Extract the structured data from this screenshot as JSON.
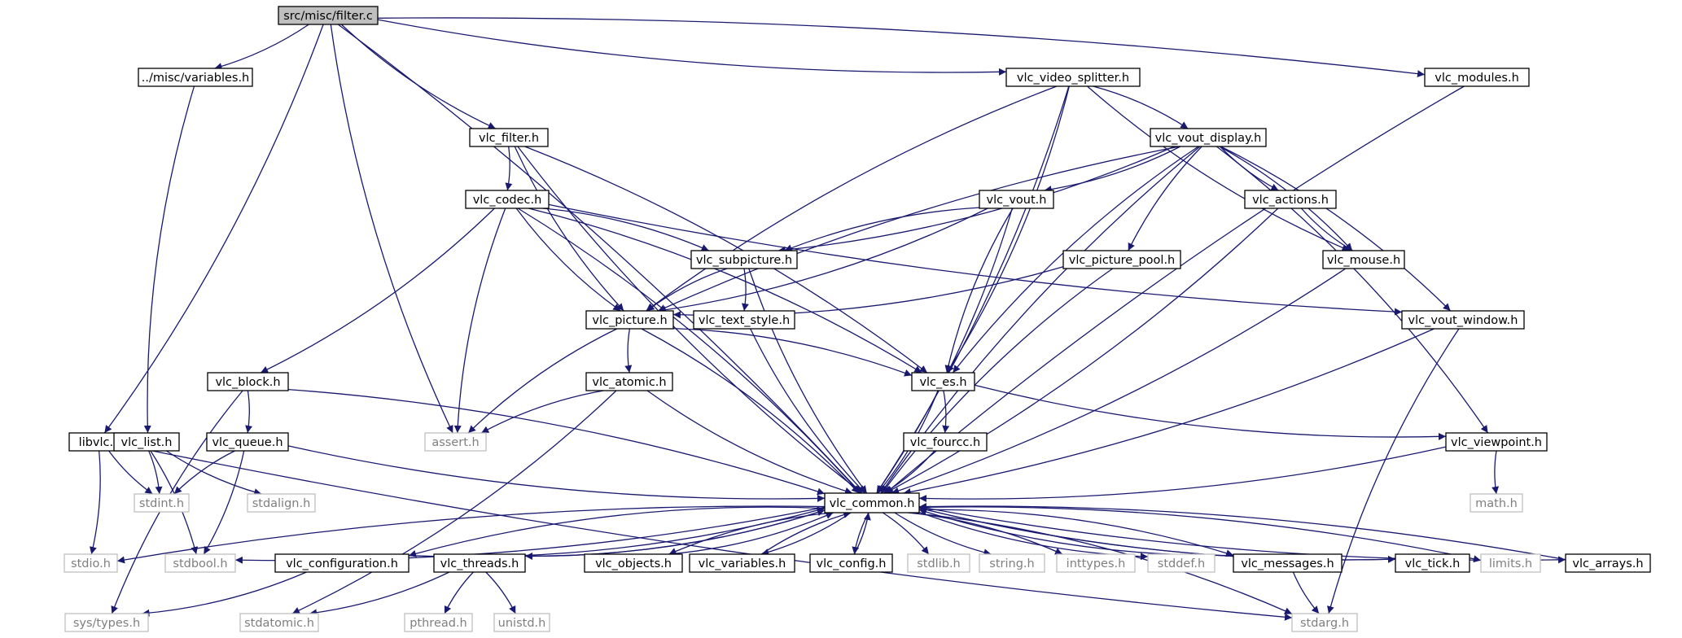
{
  "diagram": {
    "type": "include-dependency-graph",
    "colors": {
      "edge": "#191970",
      "root_fill": "#bfbfbf",
      "node_border": "#000000",
      "external_border": "#bfbfbf",
      "external_text": "#7f7f7f",
      "text": "#000000"
    },
    "nodes": [
      {
        "id": "filter_c",
        "label": "src/misc/filter.c",
        "kind": "root"
      },
      {
        "id": "misc_variables_h",
        "label": "../misc/variables.h",
        "kind": "normal"
      },
      {
        "id": "vlc_video_splitter_h",
        "label": "vlc_video_splitter.h",
        "kind": "normal"
      },
      {
        "id": "vlc_modules_h",
        "label": "vlc_modules.h",
        "kind": "normal"
      },
      {
        "id": "vlc_filter_h",
        "label": "vlc_filter.h",
        "kind": "normal"
      },
      {
        "id": "vlc_vout_display_h",
        "label": "vlc_vout_display.h",
        "kind": "normal"
      },
      {
        "id": "vlc_codec_h",
        "label": "vlc_codec.h",
        "kind": "normal"
      },
      {
        "id": "vlc_vout_h",
        "label": "vlc_vout.h",
        "kind": "normal"
      },
      {
        "id": "vlc_actions_h",
        "label": "vlc_actions.h",
        "kind": "normal"
      },
      {
        "id": "vlc_subpicture_h",
        "label": "vlc_subpicture.h",
        "kind": "normal"
      },
      {
        "id": "vlc_picture_pool_h",
        "label": "vlc_picture_pool.h",
        "kind": "normal"
      },
      {
        "id": "vlc_mouse_h",
        "label": "vlc_mouse.h",
        "kind": "normal"
      },
      {
        "id": "vlc_picture_h",
        "label": "vlc_picture.h",
        "kind": "normal"
      },
      {
        "id": "vlc_text_style_h",
        "label": "vlc_text_style.h",
        "kind": "normal"
      },
      {
        "id": "vlc_vout_window_h",
        "label": "vlc_vout_window.h",
        "kind": "normal"
      },
      {
        "id": "vlc_block_h",
        "label": "vlc_block.h",
        "kind": "normal"
      },
      {
        "id": "vlc_atomic_h",
        "label": "vlc_atomic.h",
        "kind": "normal"
      },
      {
        "id": "vlc_es_h",
        "label": "vlc_es.h",
        "kind": "normal"
      },
      {
        "id": "libvlc_h",
        "label": "libvlc.h",
        "kind": "normal"
      },
      {
        "id": "vlc_list_h",
        "label": "vlc_list.h",
        "kind": "normal"
      },
      {
        "id": "vlc_queue_h",
        "label": "vlc_queue.h",
        "kind": "normal"
      },
      {
        "id": "assert_h",
        "label": "assert.h",
        "kind": "external"
      },
      {
        "id": "vlc_fourcc_h",
        "label": "vlc_fourcc.h",
        "kind": "normal"
      },
      {
        "id": "vlc_viewpoint_h",
        "label": "vlc_viewpoint.h",
        "kind": "normal"
      },
      {
        "id": "stdint_h",
        "label": "stdint.h",
        "kind": "external"
      },
      {
        "id": "stdalign_h",
        "label": "stdalign.h",
        "kind": "external"
      },
      {
        "id": "vlc_common_h",
        "label": "vlc_common.h",
        "kind": "normal"
      },
      {
        "id": "math_h",
        "label": "math.h",
        "kind": "external"
      },
      {
        "id": "stdio_h",
        "label": "stdio.h",
        "kind": "external"
      },
      {
        "id": "stdbool_h",
        "label": "stdbool.h",
        "kind": "external"
      },
      {
        "id": "vlc_configuration_h",
        "label": "vlc_configuration.h",
        "kind": "normal"
      },
      {
        "id": "vlc_threads_h",
        "label": "vlc_threads.h",
        "kind": "normal"
      },
      {
        "id": "vlc_objects_h",
        "label": "vlc_objects.h",
        "kind": "normal"
      },
      {
        "id": "vlc_variables_h",
        "label": "vlc_variables.h",
        "kind": "normal"
      },
      {
        "id": "vlc_config_h",
        "label": "vlc_config.h",
        "kind": "normal"
      },
      {
        "id": "stdlib_h",
        "label": "stdlib.h",
        "kind": "external"
      },
      {
        "id": "string_h",
        "label": "string.h",
        "kind": "external"
      },
      {
        "id": "inttypes_h",
        "label": "inttypes.h",
        "kind": "external"
      },
      {
        "id": "stddef_h",
        "label": "stddef.h",
        "kind": "external"
      },
      {
        "id": "vlc_messages_h",
        "label": "vlc_messages.h",
        "kind": "normal"
      },
      {
        "id": "vlc_tick_h",
        "label": "vlc_tick.h",
        "kind": "normal"
      },
      {
        "id": "limits_h",
        "label": "limits.h",
        "kind": "external"
      },
      {
        "id": "vlc_arrays_h",
        "label": "vlc_arrays.h",
        "kind": "normal"
      },
      {
        "id": "sys_types_h",
        "label": "sys/types.h",
        "kind": "external"
      },
      {
        "id": "stdatomic_h",
        "label": "stdatomic.h",
        "kind": "external"
      },
      {
        "id": "pthread_h",
        "label": "pthread.h",
        "kind": "external"
      },
      {
        "id": "unistd_h",
        "label": "unistd.h",
        "kind": "external"
      },
      {
        "id": "stdarg_h",
        "label": "stdarg.h",
        "kind": "external"
      }
    ],
    "edges": [
      [
        "filter_c",
        "misc_variables_h"
      ],
      [
        "filter_c",
        "vlc_video_splitter_h"
      ],
      [
        "filter_c",
        "vlc_modules_h"
      ],
      [
        "filter_c",
        "vlc_filter_h"
      ],
      [
        "filter_c",
        "libvlc_h"
      ],
      [
        "filter_c",
        "assert_h"
      ],
      [
        "filter_c",
        "vlc_common_h"
      ],
      [
        "misc_variables_h",
        "vlc_list_h"
      ],
      [
        "vlc_video_splitter_h",
        "vlc_vout_display_h"
      ],
      [
        "vlc_video_splitter_h",
        "vlc_picture_h"
      ],
      [
        "vlc_video_splitter_h",
        "vlc_es_h"
      ],
      [
        "vlc_video_splitter_h",
        "vlc_mouse_h"
      ],
      [
        "vlc_video_splitter_h",
        "vlc_common_h"
      ],
      [
        "vlc_modules_h",
        "vlc_common_h"
      ],
      [
        "vlc_filter_h",
        "vlc_codec_h"
      ],
      [
        "vlc_filter_h",
        "vlc_picture_h"
      ],
      [
        "vlc_filter_h",
        "vlc_es_h"
      ],
      [
        "vlc_filter_h",
        "vlc_common_h"
      ],
      [
        "vlc_vout_display_h",
        "vlc_vout_h"
      ],
      [
        "vlc_vout_display_h",
        "vlc_actions_h"
      ],
      [
        "vlc_vout_display_h",
        "vlc_subpicture_h"
      ],
      [
        "vlc_vout_display_h",
        "vlc_picture_pool_h"
      ],
      [
        "vlc_vout_display_h",
        "vlc_mouse_h"
      ],
      [
        "vlc_vout_display_h",
        "vlc_picture_h"
      ],
      [
        "vlc_vout_display_h",
        "vlc_vout_window_h"
      ],
      [
        "vlc_vout_display_h",
        "vlc_es_h"
      ],
      [
        "vlc_vout_display_h",
        "vlc_viewpoint_h"
      ],
      [
        "vlc_vout_display_h",
        "vlc_common_h"
      ],
      [
        "vlc_codec_h",
        "vlc_subpicture_h"
      ],
      [
        "vlc_codec_h",
        "vlc_picture_h"
      ],
      [
        "vlc_codec_h",
        "vlc_block_h"
      ],
      [
        "vlc_codec_h",
        "assert_h"
      ],
      [
        "vlc_codec_h",
        "vlc_es_h"
      ],
      [
        "vlc_codec_h",
        "vlc_vout_window_h"
      ],
      [
        "vlc_codec_h",
        "vlc_common_h"
      ],
      [
        "vlc_vout_h",
        "vlc_subpicture_h"
      ],
      [
        "vlc_vout_h",
        "vlc_picture_h"
      ],
      [
        "vlc_vout_h",
        "vlc_es_h"
      ],
      [
        "vlc_vout_h",
        "vlc_common_h"
      ],
      [
        "vlc_actions_h",
        "vlc_mouse_h"
      ],
      [
        "vlc_actions_h",
        "vlc_common_h"
      ],
      [
        "vlc_subpicture_h",
        "vlc_picture_h"
      ],
      [
        "vlc_subpicture_h",
        "vlc_text_style_h"
      ],
      [
        "vlc_subpicture_h",
        "vlc_common_h"
      ],
      [
        "vlc_picture_pool_h",
        "vlc_picture_h"
      ],
      [
        "vlc_picture_pool_h",
        "vlc_common_h"
      ],
      [
        "vlc_mouse_h",
        "vlc_common_h"
      ],
      [
        "vlc_picture_h",
        "vlc_atomic_h"
      ],
      [
        "vlc_picture_h",
        "vlc_es_h"
      ],
      [
        "vlc_picture_h",
        "assert_h"
      ],
      [
        "vlc_picture_h",
        "vlc_common_h"
      ],
      [
        "vlc_text_style_h",
        "vlc_common_h"
      ],
      [
        "vlc_vout_window_h",
        "vlc_common_h"
      ],
      [
        "vlc_vout_window_h",
        "stdarg_h"
      ],
      [
        "vlc_block_h",
        "vlc_queue_h"
      ],
      [
        "vlc_block_h",
        "sys_types_h"
      ],
      [
        "vlc_block_h",
        "vlc_common_h"
      ],
      [
        "vlc_atomic_h",
        "assert_h"
      ],
      [
        "vlc_atomic_h",
        "stdatomic_h"
      ],
      [
        "vlc_atomic_h",
        "vlc_common_h"
      ],
      [
        "vlc_es_h",
        "vlc_fourcc_h"
      ],
      [
        "vlc_es_h",
        "vlc_viewpoint_h"
      ],
      [
        "vlc_es_h",
        "vlc_common_h"
      ],
      [
        "libvlc_h",
        "stdint_h"
      ],
      [
        "libvlc_h",
        "stdio_h"
      ],
      [
        "libvlc_h",
        "stdarg_h"
      ],
      [
        "vlc_list_h",
        "stdint_h"
      ],
      [
        "vlc_list_h",
        "stdalign_h"
      ],
      [
        "vlc_list_h",
        "stdbool_h"
      ],
      [
        "vlc_queue_h",
        "stdint_h"
      ],
      [
        "vlc_queue_h",
        "stdbool_h"
      ],
      [
        "vlc_queue_h",
        "vlc_common_h"
      ],
      [
        "vlc_fourcc_h",
        "vlc_common_h"
      ],
      [
        "vlc_viewpoint_h",
        "math_h"
      ],
      [
        "vlc_viewpoint_h",
        "vlc_common_h"
      ],
      [
        "vlc_common_h",
        "stdio_h"
      ],
      [
        "vlc_common_h",
        "stdbool_h"
      ],
      [
        "vlc_common_h",
        "vlc_configuration_h"
      ],
      [
        "vlc_common_h",
        "vlc_threads_h"
      ],
      [
        "vlc_common_h",
        "vlc_objects_h"
      ],
      [
        "vlc_common_h",
        "vlc_variables_h"
      ],
      [
        "vlc_common_h",
        "vlc_config_h"
      ],
      [
        "vlc_common_h",
        "stdlib_h"
      ],
      [
        "vlc_common_h",
        "string_h"
      ],
      [
        "vlc_common_h",
        "inttypes_h"
      ],
      [
        "vlc_common_h",
        "stddef_h"
      ],
      [
        "vlc_common_h",
        "vlc_messages_h"
      ],
      [
        "vlc_common_h",
        "vlc_tick_h"
      ],
      [
        "vlc_common_h",
        "limits_h"
      ],
      [
        "vlc_common_h",
        "vlc_arrays_h"
      ],
      [
        "vlc_common_h",
        "stdarg_h"
      ],
      [
        "vlc_configuration_h",
        "vlc_common_h"
      ],
      [
        "vlc_configuration_h",
        "sys_types_h"
      ],
      [
        "vlc_threads_h",
        "vlc_common_h"
      ],
      [
        "vlc_threads_h",
        "stdatomic_h"
      ],
      [
        "vlc_threads_h",
        "pthread_h"
      ],
      [
        "vlc_threads_h",
        "unistd_h"
      ],
      [
        "vlc_objects_h",
        "vlc_common_h"
      ],
      [
        "vlc_variables_h",
        "vlc_common_h"
      ],
      [
        "vlc_config_h",
        "vlc_common_h"
      ],
      [
        "vlc_messages_h",
        "vlc_common_h"
      ],
      [
        "vlc_messages_h",
        "stdarg_h"
      ],
      [
        "vlc_tick_h",
        "vlc_common_h"
      ],
      [
        "vlc_arrays_h",
        "vlc_common_h"
      ]
    ]
  }
}
